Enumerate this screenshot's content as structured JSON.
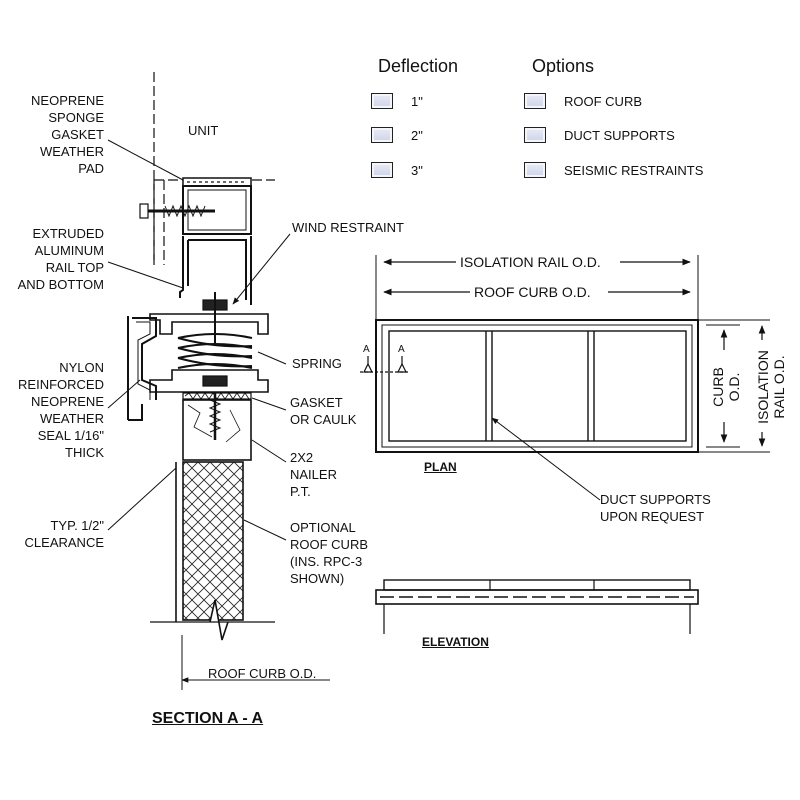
{
  "section": {
    "title": "SECTION A - A",
    "labels": {
      "unit": "UNIT",
      "neoprene_pad": [
        "NEOPRENE",
        "SPONGE",
        "GASKET",
        "WEATHER",
        "PAD"
      ],
      "rail": [
        "EXTRUDED",
        "ALUMINUM",
        "RAIL TOP",
        "AND BOTTOM"
      ],
      "seal": [
        "NYLON",
        "REINFORCED",
        "NEOPRENE",
        "WEATHER",
        "SEAL 1/16\"",
        "THICK"
      ],
      "clearance": [
        "TYP. 1/2\"",
        "CLEARANCE"
      ],
      "wind": "WIND RESTRAINT",
      "spring": "SPRING",
      "gasket": [
        "GASKET",
        "OR CAULK"
      ],
      "nailer": [
        "2X2",
        "NAILER",
        "P.T."
      ],
      "curb": [
        "OPTIONAL",
        "ROOF CURB",
        "(INS. RPC-3",
        "SHOWN)"
      ],
      "curb_od": "ROOF CURB O.D."
    }
  },
  "deflection": {
    "header": "Deflection",
    "items": [
      "1\"",
      "2\"",
      "3\""
    ]
  },
  "options": {
    "header": "Options",
    "items": [
      "ROOF CURB",
      "DUCT SUPPORTS",
      "SEISMIC RESTRAINTS"
    ]
  },
  "plan": {
    "title": "PLAN",
    "isolation_od": "ISOLATION RAIL O.D.",
    "curb_od": "ROOF CURB O.D.",
    "curb_vert": [
      "CURB",
      "O.D."
    ],
    "iso_vert": [
      "ISOLATION",
      "RAIL O.D."
    ],
    "section_mark": "A",
    "duct_note": [
      "DUCT SUPPORTS",
      "UPON REQUEST"
    ]
  },
  "elevation": {
    "title": "ELEVATION"
  }
}
